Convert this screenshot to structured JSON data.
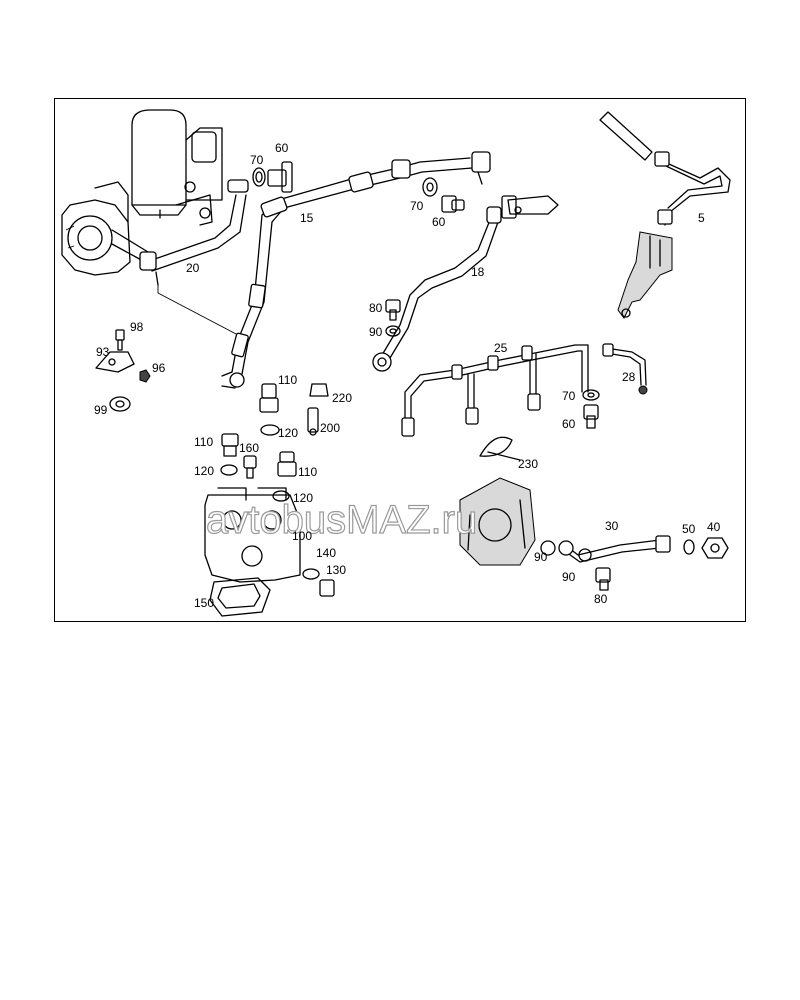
{
  "callouts": {
    "c5": "5",
    "c15": "15",
    "c18": "18",
    "c20": "20",
    "c25": "25",
    "c28": "28",
    "c30": "30",
    "c40": "40",
    "c50": "50",
    "c60a": "60",
    "c70a": "70",
    "c70b": "70",
    "c60b": "60",
    "c80a": "80",
    "c90a": "90",
    "c70c": "70",
    "c60c": "60",
    "c93": "93",
    "c96": "96",
    "c98": "98",
    "c99": "99",
    "c100": "100",
    "c110a": "110",
    "c110b": "110",
    "c110c": "110",
    "c120a": "120",
    "c120b": "120",
    "c120c": "120",
    "c130": "130",
    "c140": "140",
    "c150": "150",
    "c160": "160",
    "c200": "200",
    "c220": "220",
    "c230": "230",
    "c90b": "90",
    "c90c": "90",
    "c80b": "80"
  },
  "watermark": {
    "text": "avtobusMAZ.ru"
  }
}
